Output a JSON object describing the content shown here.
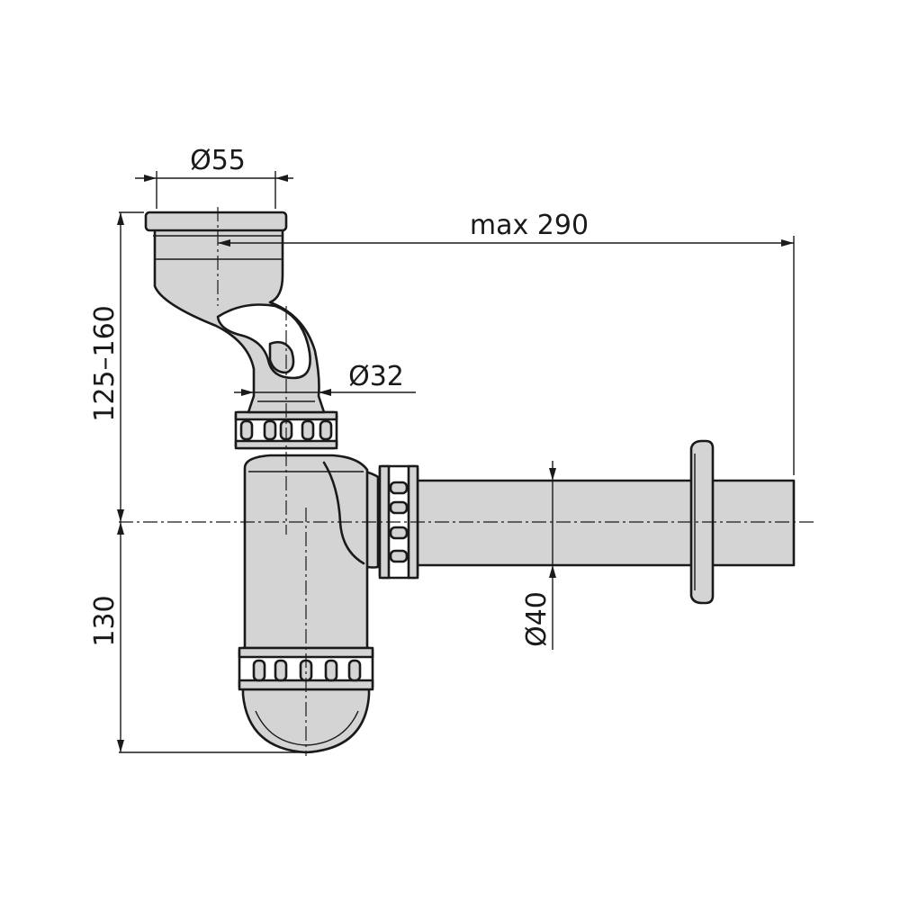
{
  "dimensions": {
    "inlet_diameter": "Ø55",
    "max_length": "max 290",
    "height_range": "125–160",
    "tail_diameter": "Ø32",
    "outlet_diameter": "Ø40",
    "base_height": "130"
  },
  "colors": {
    "line": "#1a1a1a",
    "fill": "#d4d4d4",
    "background": "#ffffff"
  }
}
